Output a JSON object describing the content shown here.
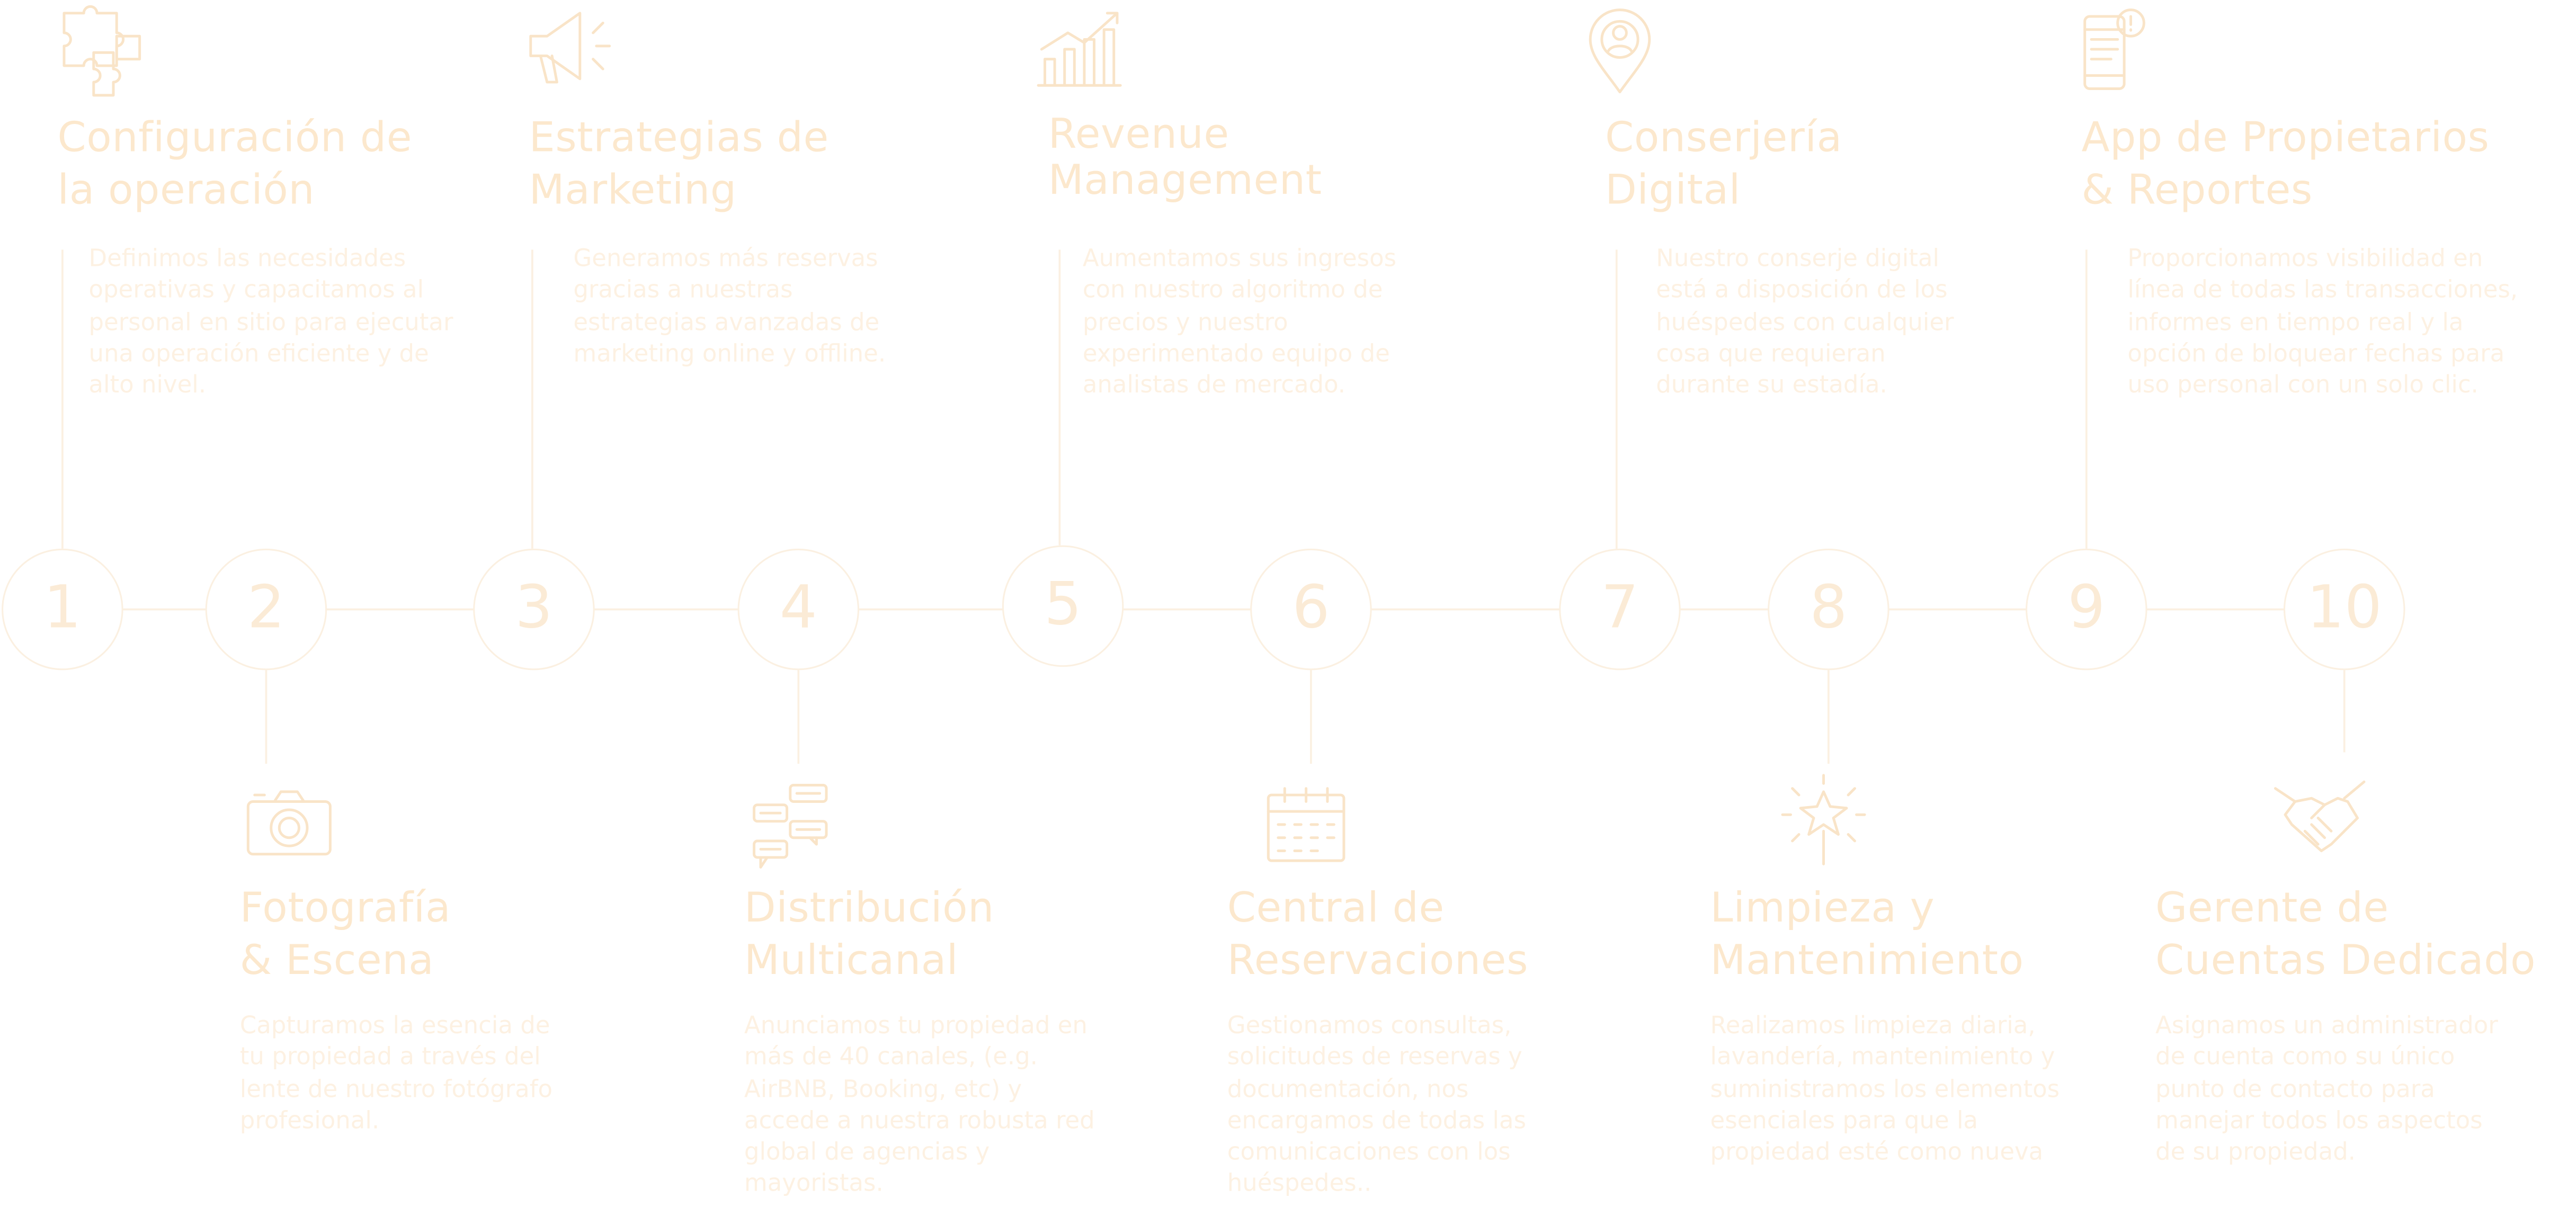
{
  "colors": {
    "line": "#fbf0e1",
    "number": "#fbebd6",
    "title": "#fce8cd",
    "description": "#fdf1e2",
    "icon": "#f9e4c8"
  },
  "steps": [
    {
      "number": "1",
      "title": "Configuración de\nla operación",
      "description": "Definimos las necesidades operativas y capacitamos al personal en sitio para ejecutar una operación eficiente y de alto nivel.",
      "icon": "puzzle-icon"
    },
    {
      "number": "2",
      "title": "Fotografía\n& Escena",
      "description": "Capturamos la esencia de tu propiedad a través del lente de nuestro fotógrafo profesional.",
      "icon": "camera-icon"
    },
    {
      "number": "3",
      "title": "Estrategias de\nMarketing",
      "description": "Generamos más reservas gracias a nuestras estrategias avanzadas de marketing online y offline.",
      "icon": "megaphone-icon"
    },
    {
      "number": "4",
      "title": "Distribución\nMulticanal",
      "description": "Anunciamos tu propiedad en más de 40 canales, (e.g. AirBNB, Booking, etc) y accede a nuestra robusta red global de agencias y mayoristas.",
      "icon": "chat-bubbles-icon"
    },
    {
      "number": "5",
      "title": "Revenue\nManagement",
      "description": "Aumentamos sus ingresos con nuestro algoritmo de precios y nuestro experimentado equipo de analistas de mercado.",
      "icon": "growth-chart-icon"
    },
    {
      "number": "6",
      "title": "Central de\nReservaciones",
      "description": "Gestionamos consultas, solicitudes de reservas y documentación, nos encargamos de todas las comunicaciones con los huéspedes..",
      "icon": "calendar-icon"
    },
    {
      "number": "7",
      "title": "Conserjería\nDigital",
      "description": "Nuestro conserje digital está a disposición de los huéspedes con cualquier cosa que requieran durante su estadía.",
      "icon": "location-pin-person-icon"
    },
    {
      "number": "8",
      "title": "Limpieza y\nMantenimiento",
      "description": "Realizamos limpieza diaria, lavandería, mantenimiento y suministramos los elementos esenciales para que la propiedad esté como nueva",
      "icon": "sparkle-wand-icon"
    },
    {
      "number": "9",
      "title": "App de Propietarios\n& Reportes",
      "description": "Proporcionamos visibilidad en línea de todas las transacciones, informes en tiempo real y la opción de bloquear fechas para uso personal con un solo clic.",
      "icon": "mobile-notification-icon"
    },
    {
      "number": "10",
      "title": "Gerente de\nCuentas Dedicado",
      "description": "Asignamos un administrador de cuenta como su único punto de contacto para manejar todos los aspectos de su propiedad.",
      "icon": "handshake-icon"
    }
  ]
}
